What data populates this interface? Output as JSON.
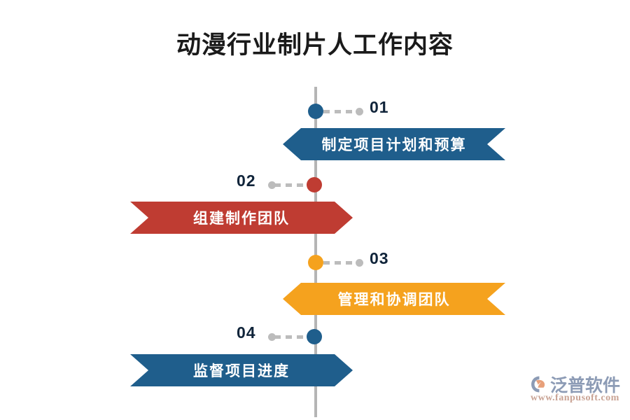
{
  "page": {
    "title": "动漫行业制片人工作内容",
    "background_color": "#ffffff",
    "spine_color": "#b5b5b5"
  },
  "colors": {
    "blue": "#1f5e8c",
    "red": "#bf3c32",
    "orange": "#f5a21e",
    "grey_dot": "#bcbcbc",
    "number_text": "#10243a",
    "banner_text": "#ffffff"
  },
  "steps": [
    {
      "number": "01",
      "label": "制定项目计划和预算",
      "color": "#1f5e8c",
      "side": "right",
      "direction": "point-left"
    },
    {
      "number": "02",
      "label": "组建制作团队",
      "color": "#bf3c32",
      "side": "left",
      "direction": "point-right"
    },
    {
      "number": "03",
      "label": "管理和协调团队",
      "color": "#f5a21e",
      "side": "right",
      "direction": "point-left"
    },
    {
      "number": "04",
      "label": "监督项目进度",
      "color": "#1f5e8c",
      "side": "left",
      "direction": "point-right"
    }
  ],
  "watermark": {
    "brand": "泛普软件",
    "url": "www.fanpusoft.com",
    "mark_color_outer": "#8c9bb5",
    "mark_color_inner": "#e8a07a"
  }
}
